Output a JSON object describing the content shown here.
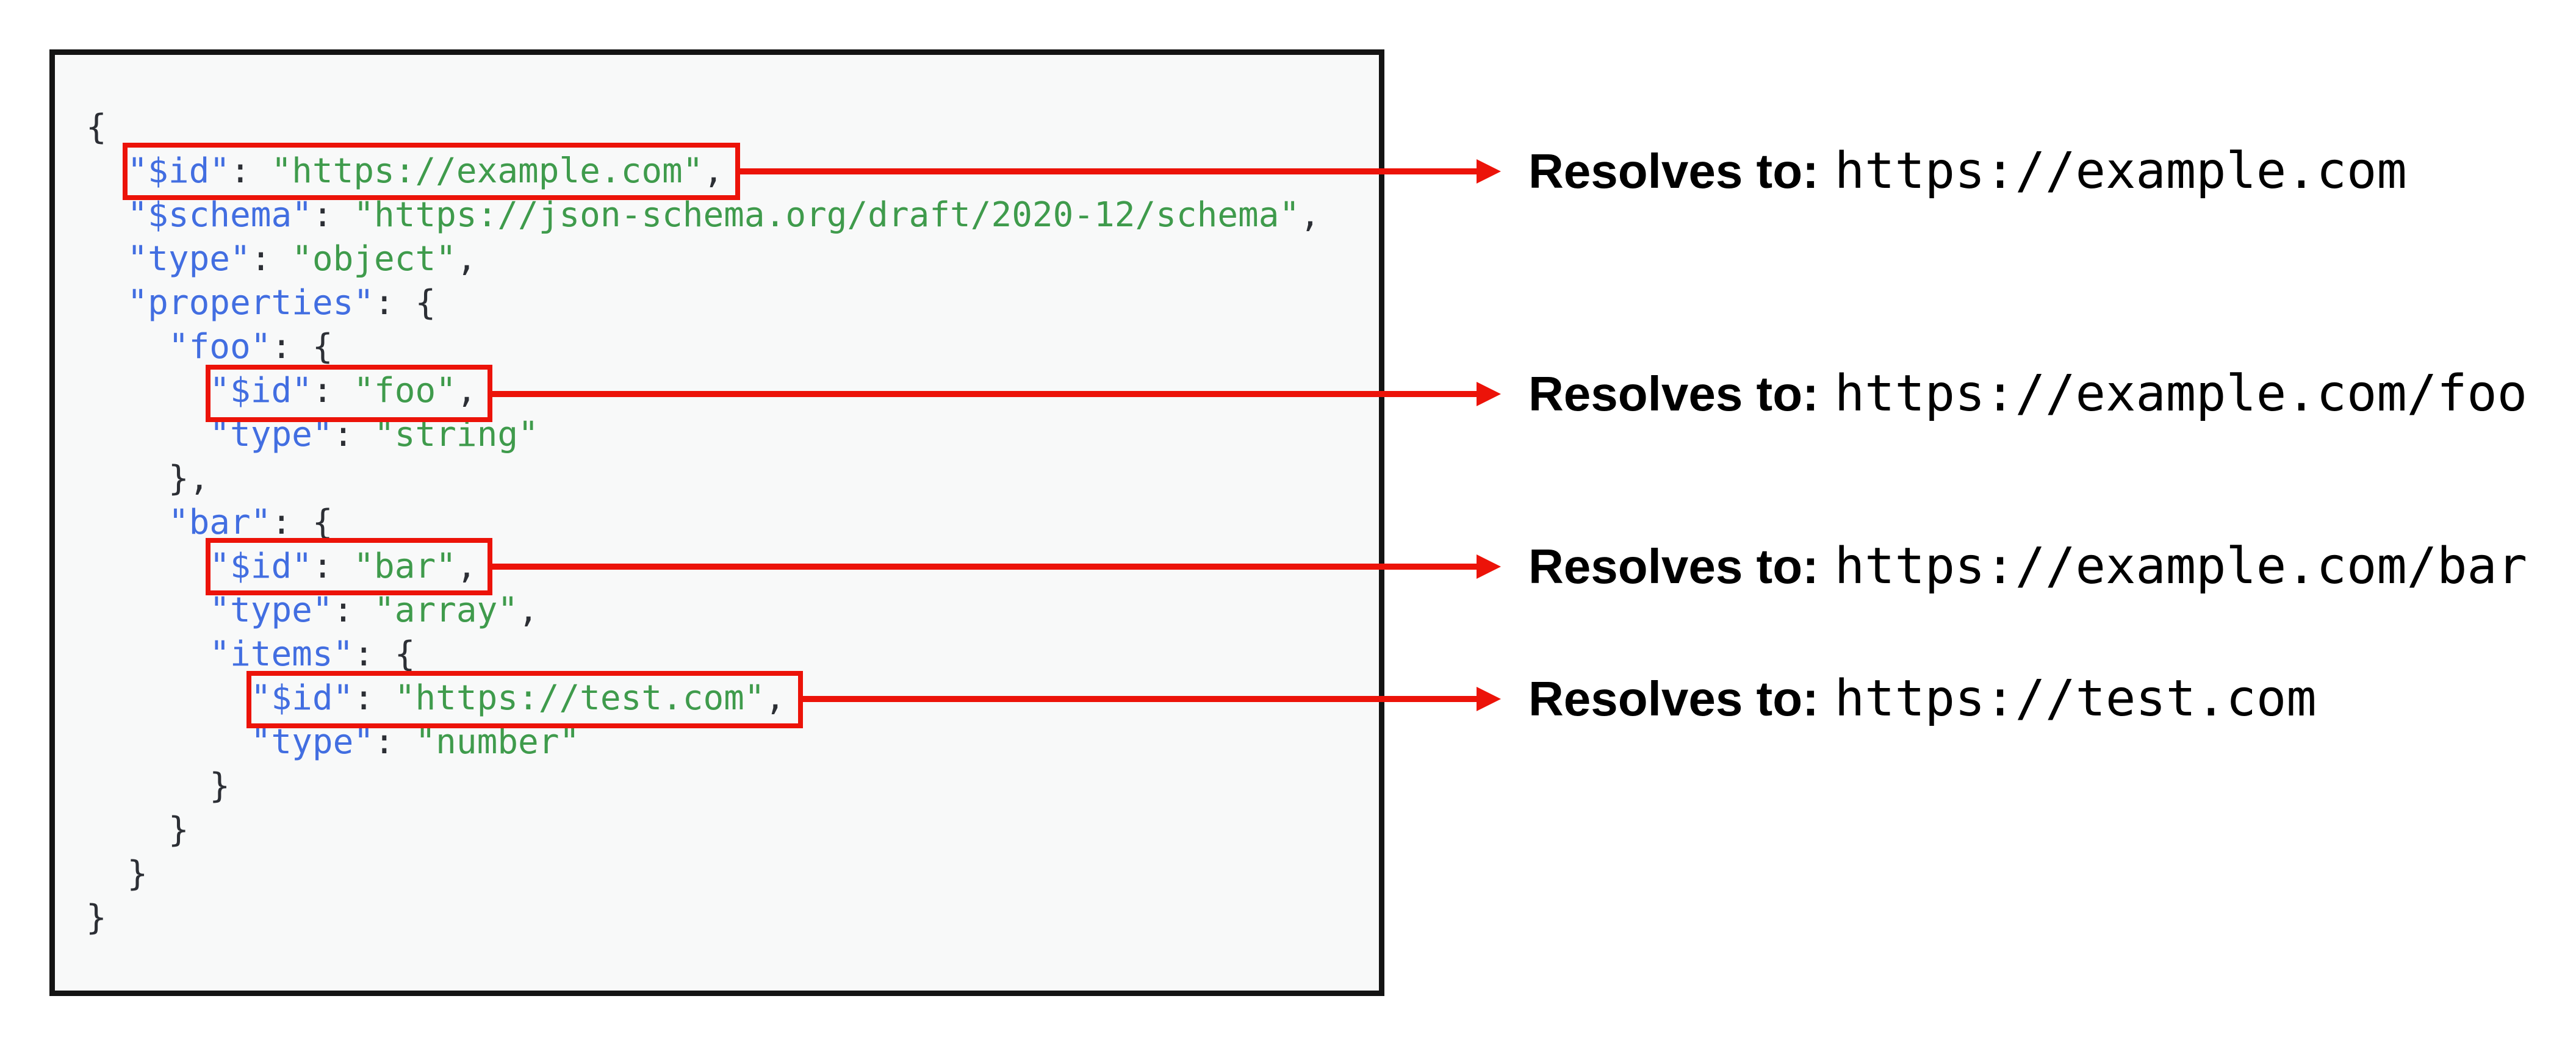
{
  "colors": {
    "key": "#426ee1",
    "string": "#3f9b4c",
    "punct": "#2c2f35",
    "red": "#ec1309",
    "panel_bg": "#f8f9f9",
    "panel_border": "#141414",
    "annotation_text": "#000000"
  },
  "code": {
    "language": "json-schema",
    "lines": [
      {
        "boxed": false,
        "tokens": [
          [
            "p",
            "{"
          ]
        ]
      },
      {
        "boxed": true,
        "tokens": [
          [
            "p",
            "  "
          ],
          [
            "k",
            "\"$id\""
          ],
          [
            "p",
            ": "
          ],
          [
            "s",
            "\"https://example.com\""
          ],
          [
            "p",
            ","
          ]
        ]
      },
      {
        "boxed": false,
        "tokens": [
          [
            "p",
            "  "
          ],
          [
            "k",
            "\"$schema\""
          ],
          [
            "p",
            ": "
          ],
          [
            "s",
            "\"https://json-schema.org/draft/2020-12/schema\""
          ],
          [
            "p",
            ","
          ]
        ]
      },
      {
        "boxed": false,
        "tokens": [
          [
            "p",
            "  "
          ],
          [
            "k",
            "\"type\""
          ],
          [
            "p",
            ": "
          ],
          [
            "s",
            "\"object\""
          ],
          [
            "p",
            ","
          ]
        ]
      },
      {
        "boxed": false,
        "tokens": [
          [
            "p",
            "  "
          ],
          [
            "k",
            "\"properties\""
          ],
          [
            "p",
            ": {"
          ]
        ]
      },
      {
        "boxed": false,
        "tokens": [
          [
            "p",
            "    "
          ],
          [
            "k",
            "\"foo\""
          ],
          [
            "p",
            ": {"
          ]
        ]
      },
      {
        "boxed": true,
        "tokens": [
          [
            "p",
            "      "
          ],
          [
            "k",
            "\"$id\""
          ],
          [
            "p",
            ": "
          ],
          [
            "s",
            "\"foo\""
          ],
          [
            "p",
            ","
          ]
        ]
      },
      {
        "boxed": false,
        "tokens": [
          [
            "p",
            "      "
          ],
          [
            "k",
            "\"type\""
          ],
          [
            "p",
            ": "
          ],
          [
            "s",
            "\"string\""
          ]
        ]
      },
      {
        "boxed": false,
        "tokens": [
          [
            "p",
            "    },"
          ]
        ]
      },
      {
        "boxed": false,
        "tokens": [
          [
            "p",
            "    "
          ],
          [
            "k",
            "\"bar\""
          ],
          [
            "p",
            ": {"
          ]
        ]
      },
      {
        "boxed": true,
        "tokens": [
          [
            "p",
            "      "
          ],
          [
            "k",
            "\"$id\""
          ],
          [
            "p",
            ": "
          ],
          [
            "s",
            "\"bar\""
          ],
          [
            "p",
            ","
          ]
        ]
      },
      {
        "boxed": false,
        "tokens": [
          [
            "p",
            "      "
          ],
          [
            "k",
            "\"type\""
          ],
          [
            "p",
            ": "
          ],
          [
            "s",
            "\"array\""
          ],
          [
            "p",
            ","
          ]
        ]
      },
      {
        "boxed": false,
        "tokens": [
          [
            "p",
            "      "
          ],
          [
            "k",
            "\"items\""
          ],
          [
            "p",
            ": {"
          ]
        ]
      },
      {
        "boxed": true,
        "tokens": [
          [
            "p",
            "        "
          ],
          [
            "k",
            "\"$id\""
          ],
          [
            "p",
            ": "
          ],
          [
            "s",
            "\"https://test.com\""
          ],
          [
            "p",
            ","
          ]
        ]
      },
      {
        "boxed": false,
        "tokens": [
          [
            "p",
            "        "
          ],
          [
            "k",
            "\"type\""
          ],
          [
            "p",
            ": "
          ],
          [
            "s",
            "\"number\""
          ]
        ]
      },
      {
        "boxed": false,
        "tokens": [
          [
            "p",
            "      }"
          ]
        ]
      },
      {
        "boxed": false,
        "tokens": [
          [
            "p",
            "    }"
          ]
        ]
      },
      {
        "boxed": false,
        "tokens": [
          [
            "p",
            "  }"
          ]
        ]
      },
      {
        "boxed": false,
        "tokens": [
          [
            "p",
            "}"
          ]
        ]
      }
    ]
  },
  "annotations": [
    {
      "label": "Resolves to:",
      "url": "https://example.com"
    },
    {
      "label": "Resolves to:",
      "url": "https://example.com/foo"
    },
    {
      "label": "Resolves to:",
      "url": "https://example.com/bar"
    },
    {
      "label": "Resolves to:",
      "url": "https://test.com"
    }
  ]
}
